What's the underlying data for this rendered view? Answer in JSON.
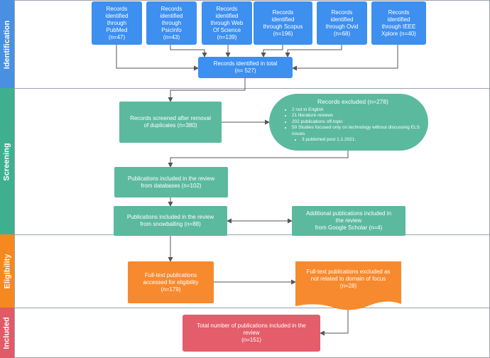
{
  "lanes": {
    "identification": "Identification",
    "screening": "Screening",
    "eligibility": "Eligibility",
    "included": "Included"
  },
  "colors": {
    "lane_label": "#4a90e2",
    "source_box": "#3d8ff0",
    "screening_box": "#5bb99e",
    "eligibility_box": "#f78a2e",
    "included_box": "#e35d6a"
  },
  "sources": {
    "pubmed": "Records\nidentified\nthrough\nPubMed\n(n=47)",
    "psicinfo": "Records\nidentified\nthrough\nPsicInfo\n(n=43)",
    "wos": "Records\nidentified\nthrough Web\nOf Science\n(n=139)",
    "scopus": "Records\nidentified\nthrough Scopus\n(n=196)",
    "ovid": "Records\nidentified\nthrough Ovid\n(n=68)",
    "ieee": "Records\nidentified\nthrough IEEE\nXplore (n=40)"
  },
  "total": "Records identified in total\n(n= 527)",
  "screened": "Records screened after removal\nof duplicates (n=380)",
  "excluded": {
    "title": "Records excluded (n=278)",
    "items": [
      "2 not in English",
      "21 literature reviews",
      "202 publications off-topic",
      "50 Studies focused only on technology without discussing ELS issues",
      "3 published post 1.1.2021."
    ]
  },
  "databases": "Publications included in the review\nfrom databases (n=102)",
  "snowballing": "Publications included in the review\nfrom snowballing (n=88)",
  "scholar": "Additional publications included in\nthe review\nfrom Google Scholar (n=4)",
  "fulltext": "Full-text publications\naccessed for eligibility\n(n=179)",
  "fulltext_excluded": "Full-text publications excluded as\nnot related to domain of focus\n(n=28)",
  "final": "Total number of publications included in the\nreview\n(n=151)"
}
